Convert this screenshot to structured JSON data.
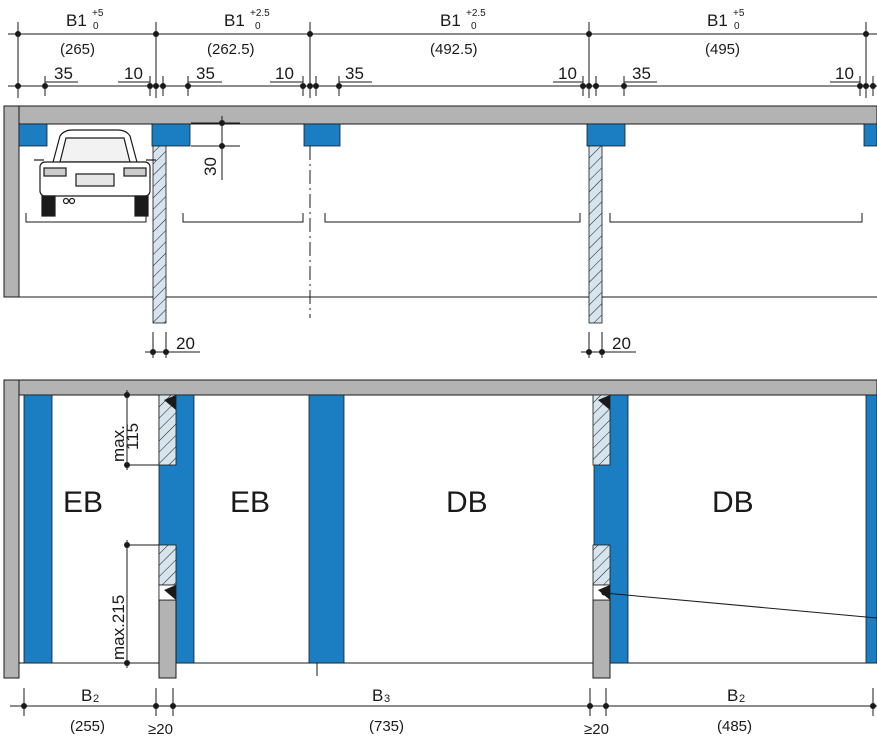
{
  "top_dimensions": {
    "bays": [
      {
        "label": "B1",
        "tol": "+5",
        "tol_low": "0",
        "value": "(265)"
      },
      {
        "label": "B1",
        "tol": "+2.5",
        "tol_low": "0",
        "value": "(262.5)"
      },
      {
        "label": "B1",
        "tol": "+2.5",
        "tol_low": "0",
        "value": "(492.5)"
      },
      {
        "label": "B1",
        "tol": "+5",
        "tol_low": "0",
        "value": "(495)"
      }
    ],
    "offsets": [
      "35",
      "10",
      "35",
      "10",
      "35",
      "10",
      "35",
      "10"
    ]
  },
  "section_view": {
    "height_dim": "30",
    "post_width_1": "20",
    "post_width_2": "20"
  },
  "plan_view": {
    "bay_labels": [
      "EB",
      "EB",
      "DB",
      "DB"
    ],
    "max_115": "max.\n115",
    "max_115_line1": "max.",
    "max_115_line2": "115",
    "max_215": "max.215"
  },
  "bottom_dimensions": {
    "b2_left_label": "B",
    "b2_left_sub": "2",
    "b2_left_value": "(255)",
    "gap1": "≥20",
    "b3_label": "B",
    "b3_sub": "3",
    "b3_value": "(735)",
    "gap2": "≥20",
    "b2_right_label": "B",
    "b2_right_sub": "2",
    "b2_right_value": "(485)"
  },
  "colors": {
    "accent_blue": "#1c7ec2",
    "wall_gray": "#b3b3b3",
    "hatch_fill": "#d6e4ee"
  }
}
